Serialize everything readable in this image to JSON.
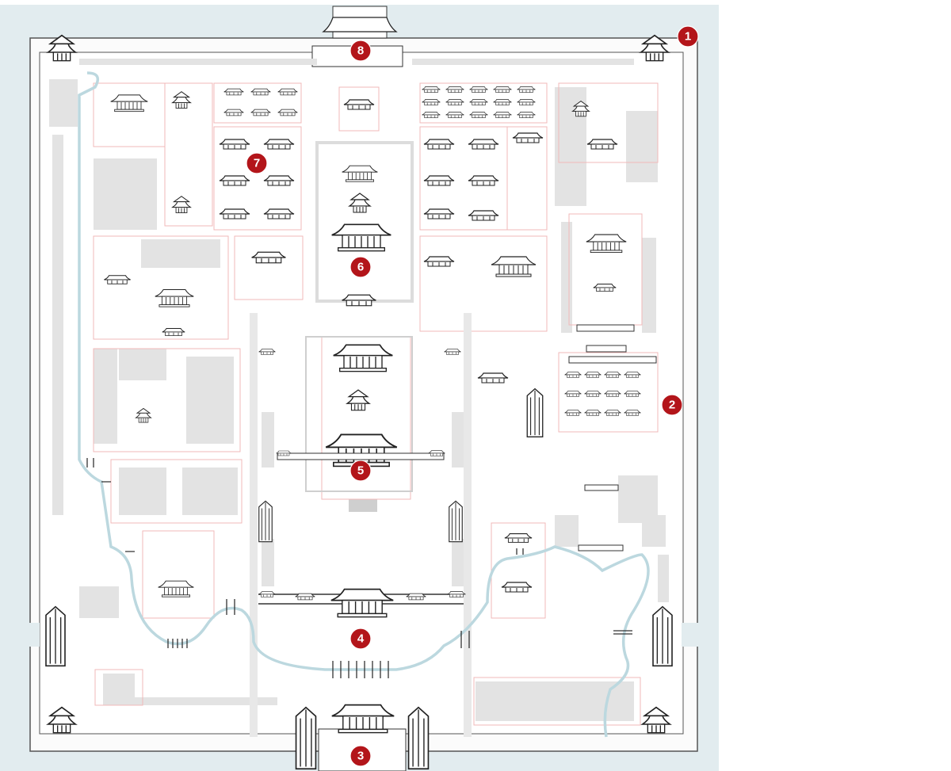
{
  "markers": [
    {
      "id": "1",
      "label": "1"
    },
    {
      "id": "2",
      "label": "2"
    },
    {
      "id": "3",
      "label": "3"
    },
    {
      "id": "4",
      "label": "4"
    },
    {
      "id": "5",
      "label": "5"
    },
    {
      "id": "6",
      "label": "6"
    },
    {
      "id": "7",
      "label": "7"
    },
    {
      "id": "8",
      "label": "8"
    }
  ],
  "colors": {
    "moat": "#e2ecef",
    "marker": "#b3151a",
    "outline": "#f1b9b9",
    "water": "#bcd8df",
    "building_fill": "#e3e3e3"
  }
}
